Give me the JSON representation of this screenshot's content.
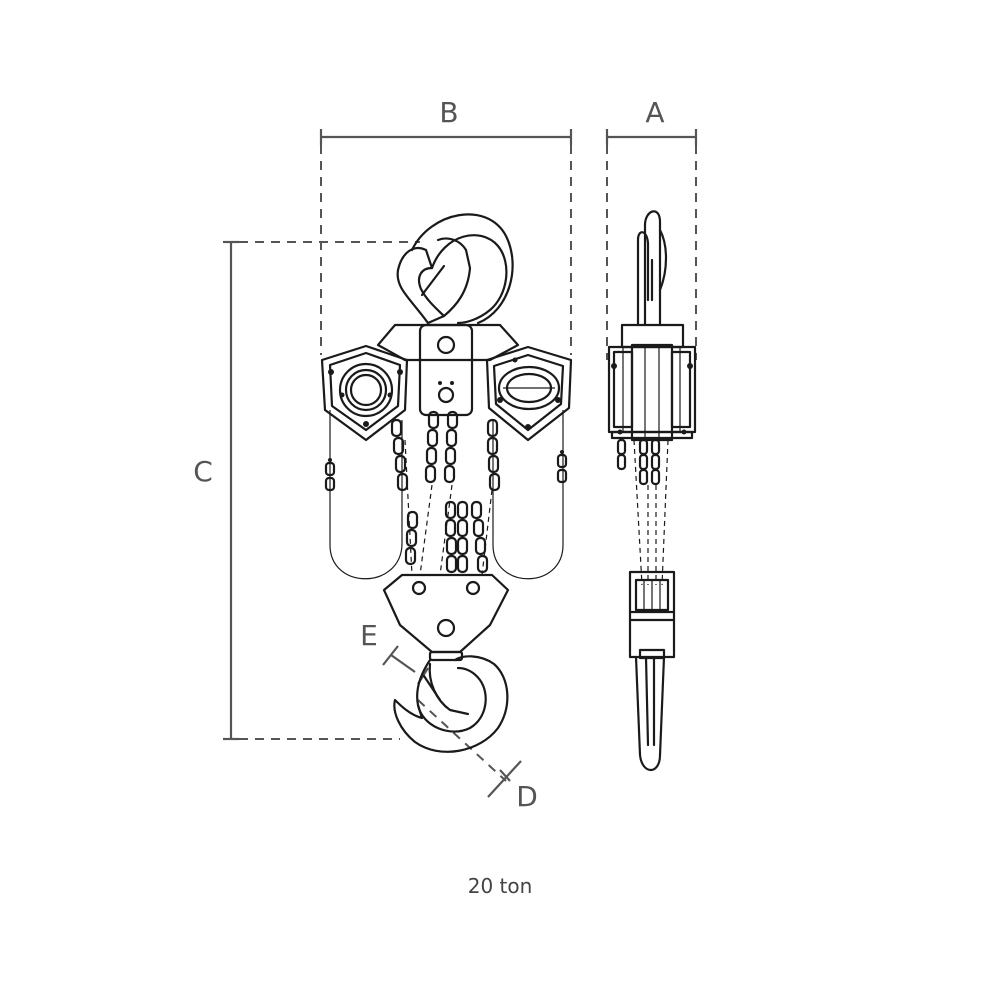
{
  "dimensions": {
    "a": "A",
    "b": "B",
    "c": "C",
    "d": "D",
    "e": "E"
  },
  "caption": "20 ton",
  "colors": {
    "ink": "#1a1a1a",
    "dimension": "#555555",
    "background": "#ffffff"
  }
}
